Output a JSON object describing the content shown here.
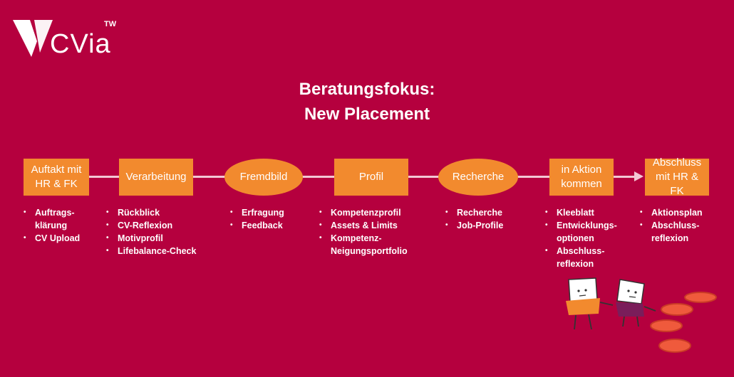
{
  "logo": {
    "text": "CVia",
    "tm": "TW"
  },
  "title": {
    "line1": "Beratungsfokus:",
    "line2": "New Placement"
  },
  "steps": [
    {
      "label": "Auftakt mit HR & FK",
      "shape": "rect",
      "bullets": [
        "Auftrags-",
        "klärung",
        "CV Upload"
      ]
    },
    {
      "label": "Verarbeitung",
      "shape": "rect",
      "bullets": [
        "Rückblick",
        "CV-Reflexion",
        "Motivprofil",
        "Lifebalance-Check"
      ]
    },
    {
      "label": "Fremdbild",
      "shape": "ellipse",
      "bullets": [
        "Erfragung",
        "Feedback"
      ]
    },
    {
      "label": "Profil",
      "shape": "rect",
      "bullets": [
        "Kompetenzprofil",
        "Assets & Limits",
        "Kompetenz-",
        "Neigungsportfolio"
      ]
    },
    {
      "label": "Recherche",
      "shape": "ellipse",
      "bullets": [
        "Recherche",
        "Job-Profile"
      ]
    },
    {
      "label": "in Aktion kommen",
      "shape": "rect",
      "bullets": [
        "Kleeblatt",
        "Entwicklungs-",
        "optionen",
        "Abschluss-",
        "reflexion"
      ]
    },
    {
      "label": "Abschluss mit HR & FK",
      "shape": "rect",
      "bullets": [
        "Aktionsplan",
        "Abschluss-",
        "reflexion"
      ]
    }
  ],
  "colors": {
    "background": "#b5003e",
    "step_fill": "#f28a2e",
    "connector": "#f3c7d4",
    "figure_orange": "#f28a2e",
    "figure_purple": "#7a1d5a",
    "stepping_stone": "#ef5a3c"
  }
}
